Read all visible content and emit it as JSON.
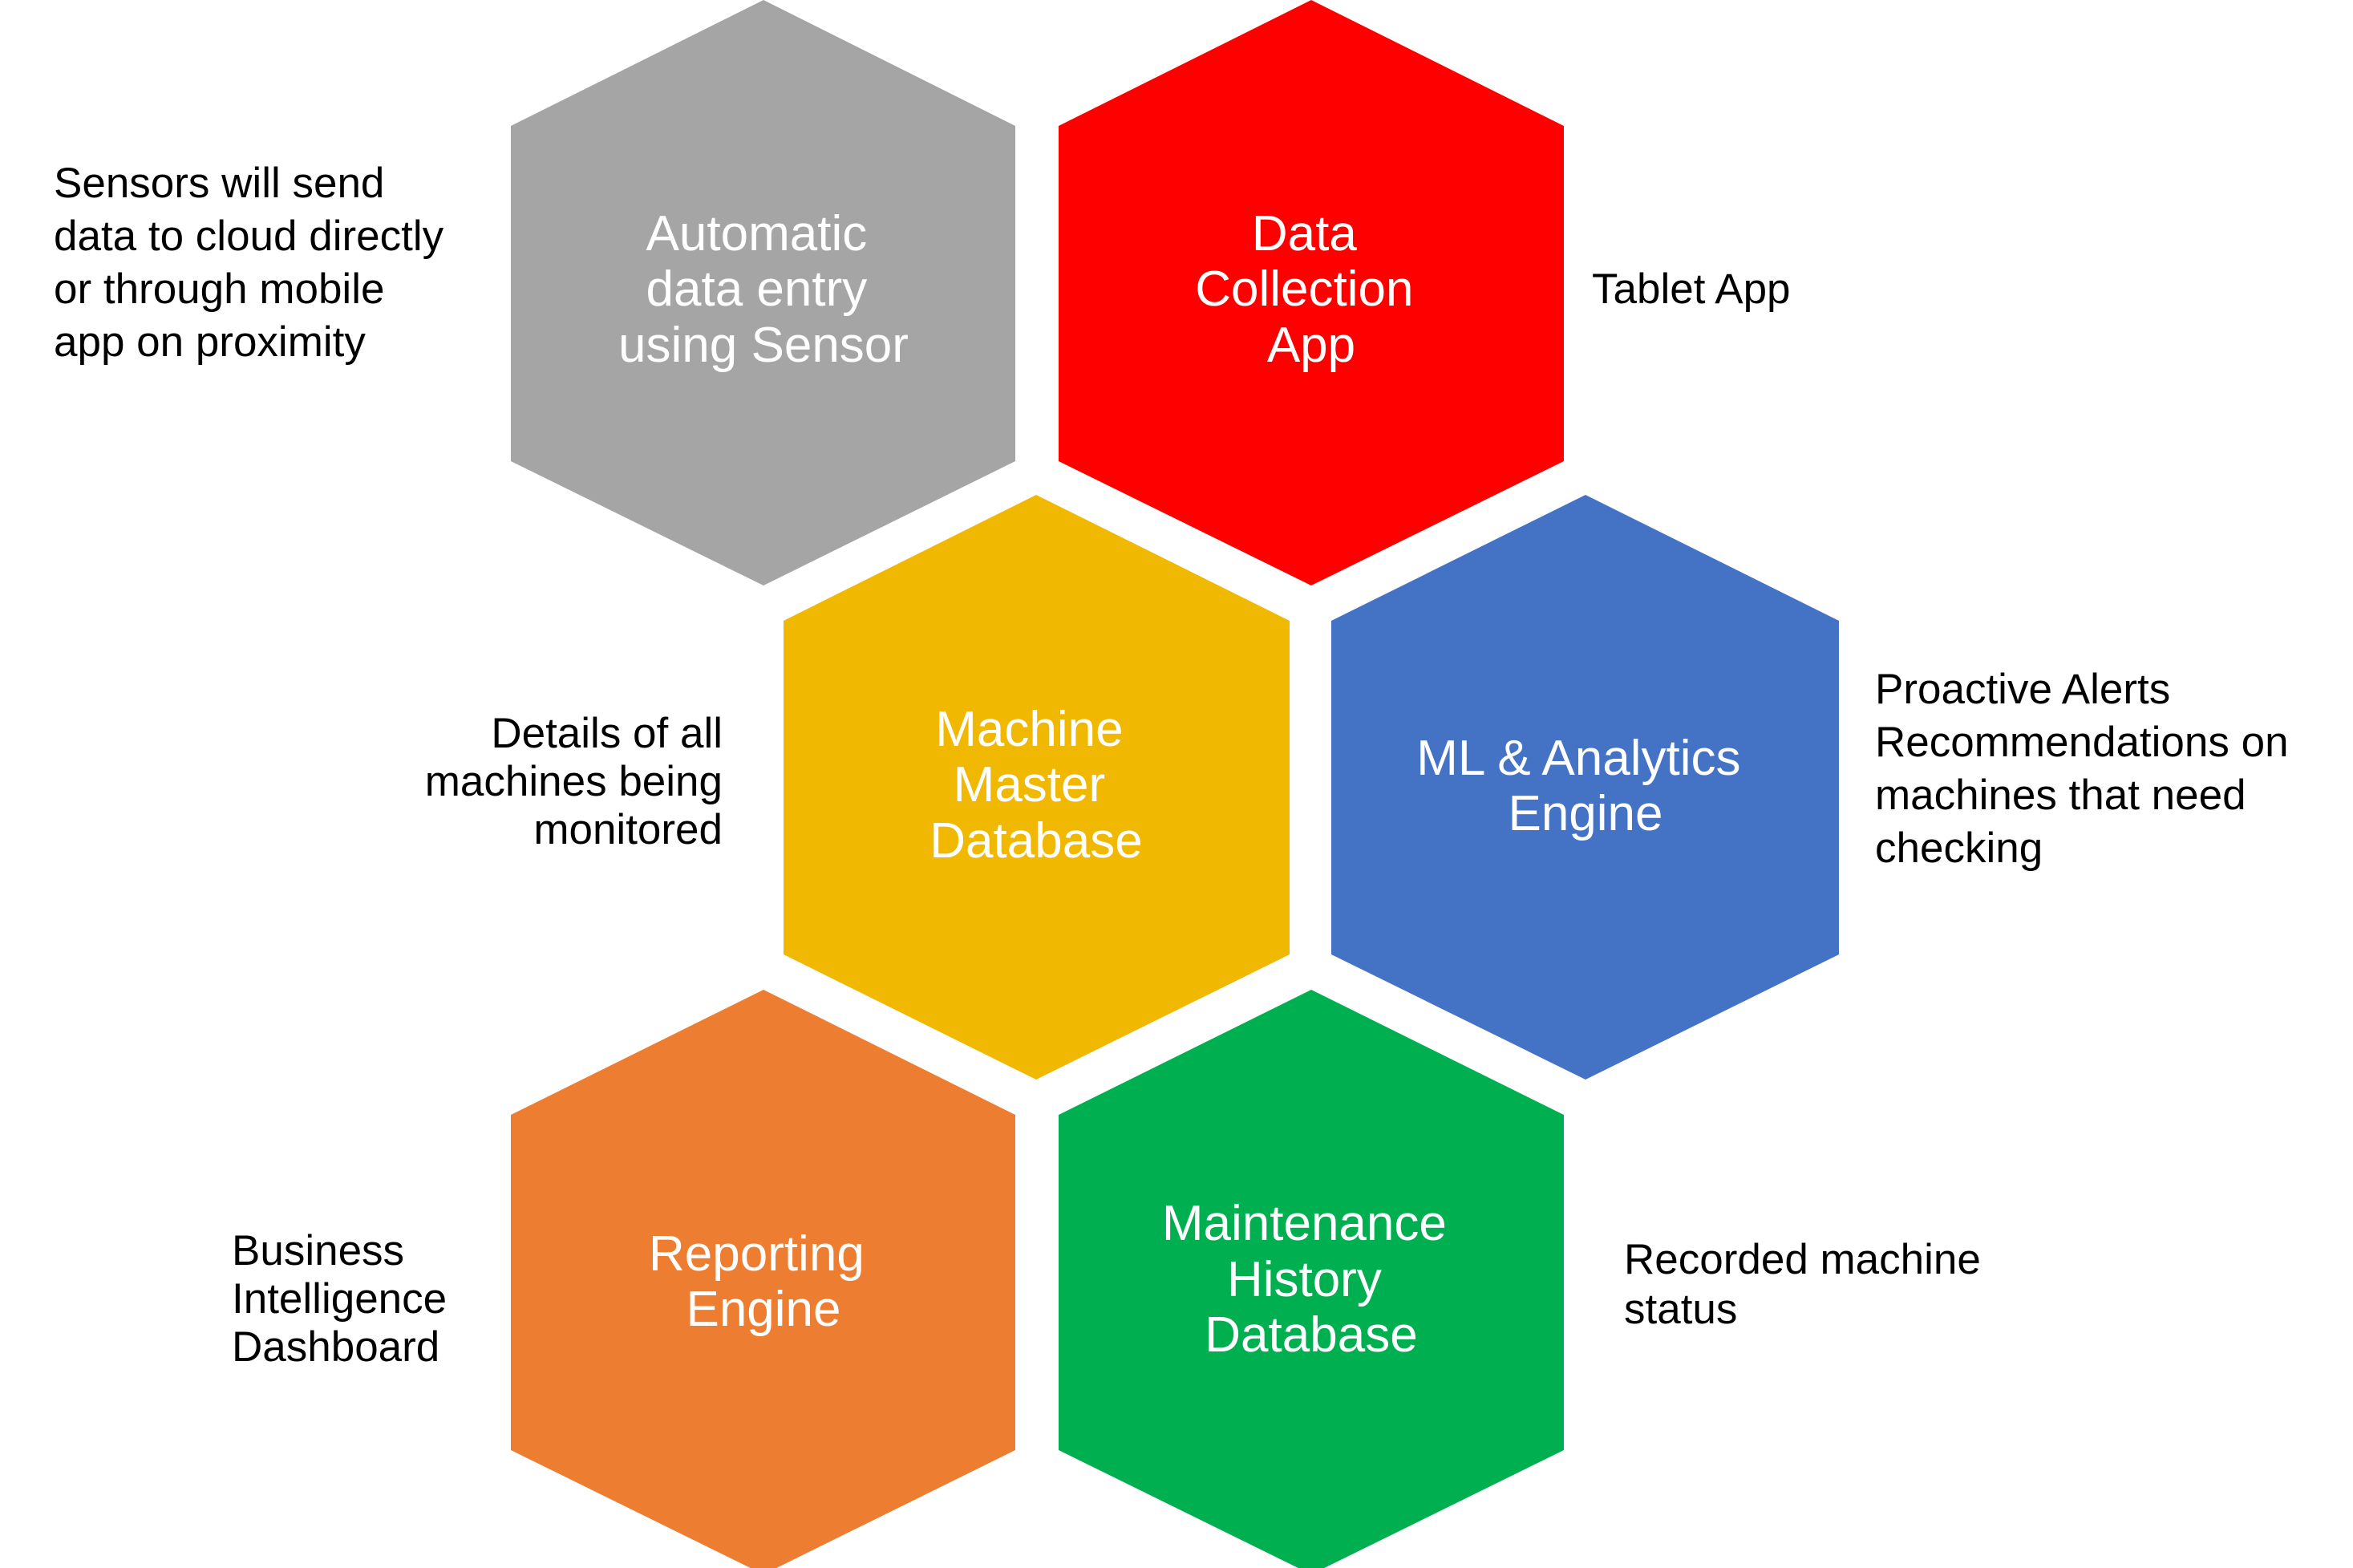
{
  "hexagons": [
    {
      "id": "sensor",
      "lines": [
        "Automatic",
        "data entry",
        "using Sensor"
      ],
      "color": "#A5A5A5"
    },
    {
      "id": "data-collection",
      "lines": [
        "Data",
        "Collection",
        "App"
      ],
      "color": "#FF0000"
    },
    {
      "id": "machine-master",
      "lines": [
        "Machine",
        "Master",
        "Database"
      ],
      "color": "#F0B800"
    },
    {
      "id": "ml-analytics",
      "lines": [
        "ML & Analytics",
        "Engine"
      ],
      "color": "#4472C4"
    },
    {
      "id": "reporting",
      "lines": [
        "Reporting",
        "Engine"
      ],
      "color": "#ED7D31"
    },
    {
      "id": "maintenance-history",
      "lines": [
        "Maintenance",
        "History",
        "Database"
      ],
      "color": "#00B050"
    }
  ],
  "notes": {
    "sensors": "Sensors will send\ndata to cloud directly\nor through mobile\napp on proximity",
    "tablet": "Tablet App",
    "details": "Details of all\nmachines being\nmonitored",
    "alerts": "Proactive Alerts\nRecommendations on\nmachines that need\nchecking",
    "bi": "Business\nIntelligence\nDashboard",
    "recorded": "Recorded machine\nstatus"
  }
}
